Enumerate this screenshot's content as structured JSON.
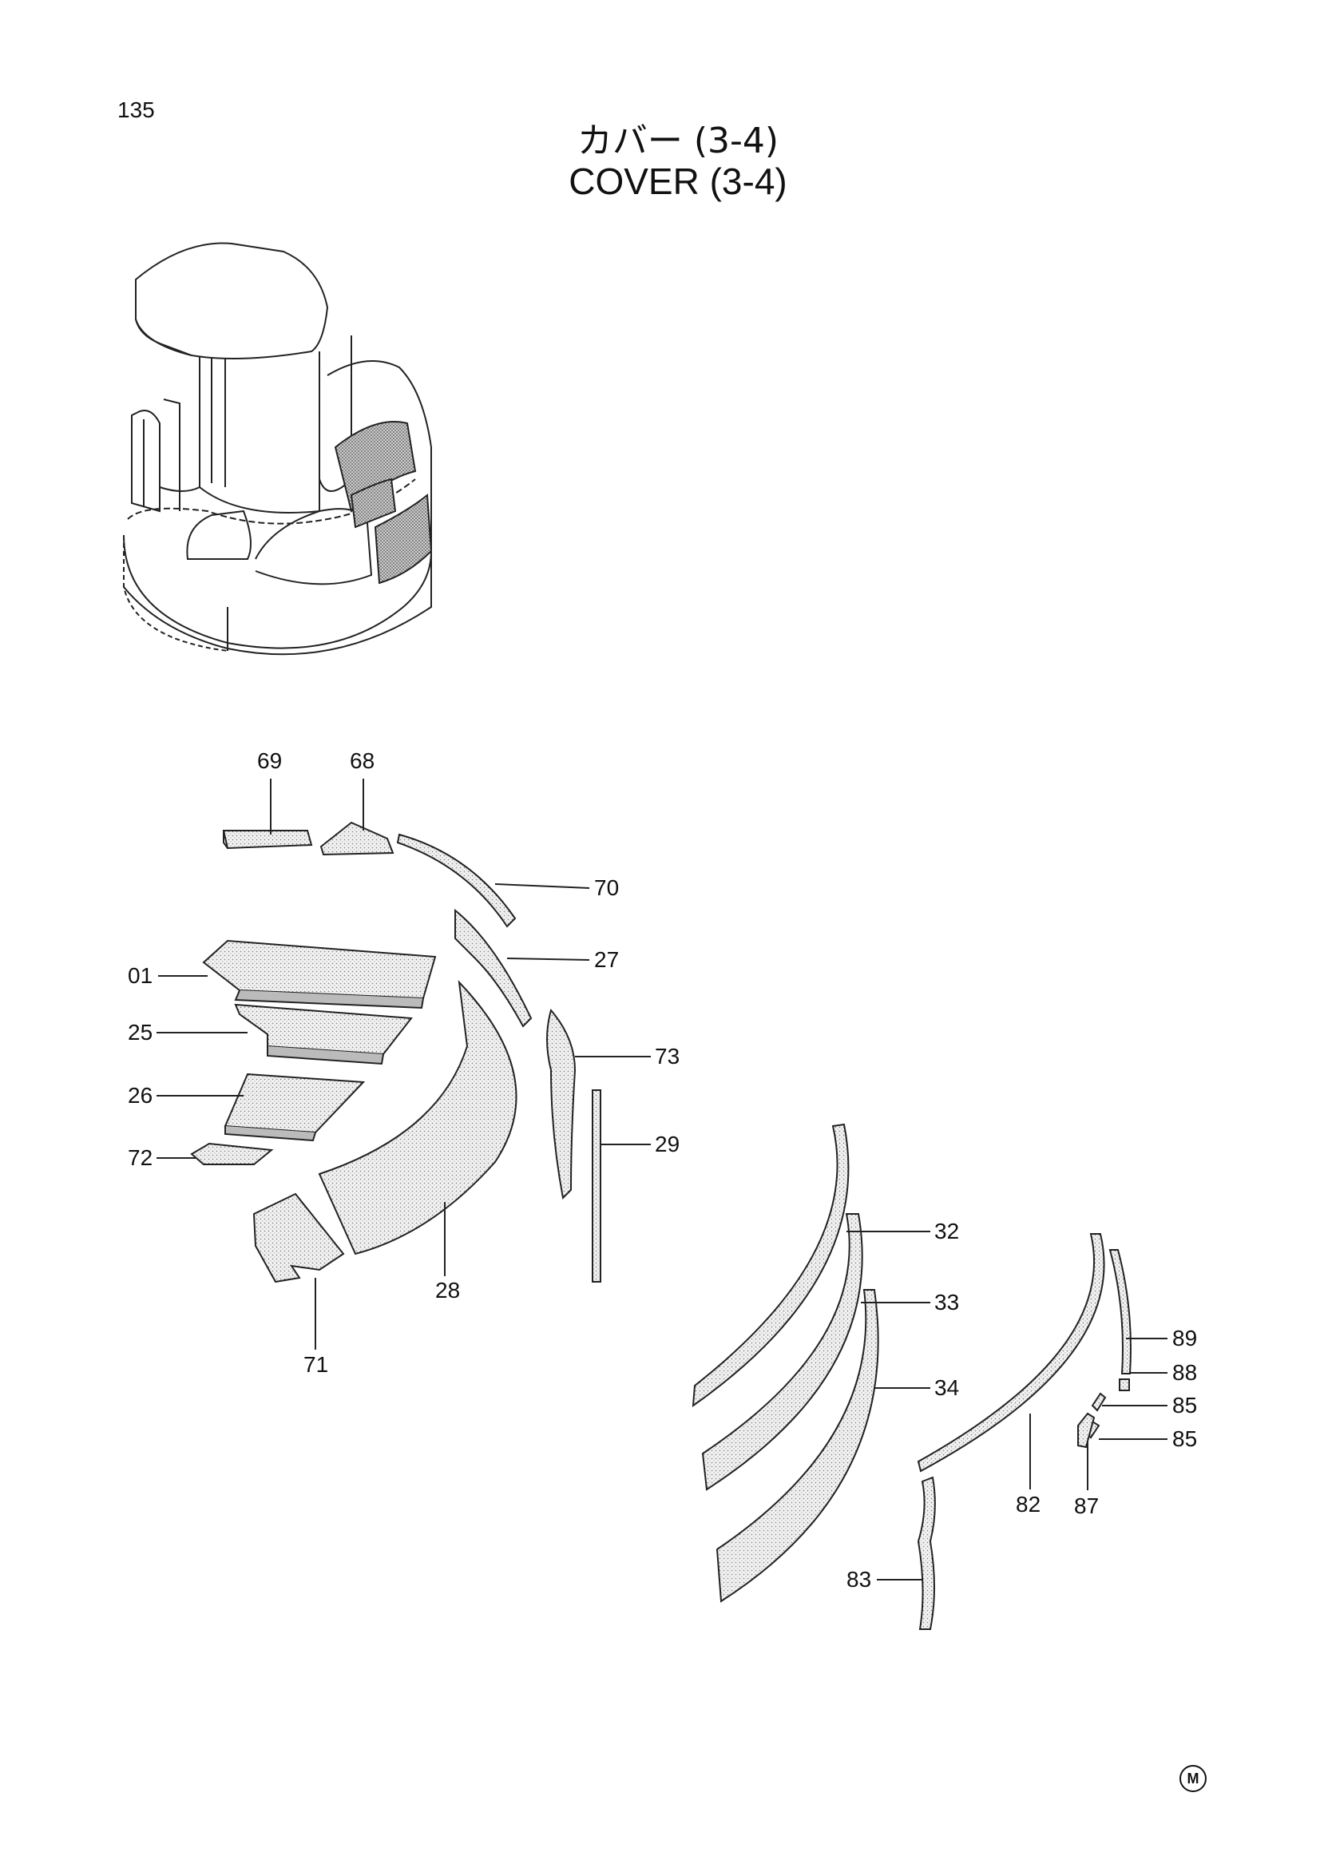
{
  "page_number": "135",
  "title_japanese": "カバー (3-4)",
  "title_english": "COVER (3-4)",
  "corner_mark": "M",
  "callouts": [
    "69",
    "68",
    "70",
    "01",
    "27",
    "25",
    "73",
    "26",
    "29",
    "72",
    "28",
    "71",
    "32",
    "33",
    "34",
    "89",
    "88",
    "85",
    "85",
    "82",
    "87",
    "83"
  ]
}
